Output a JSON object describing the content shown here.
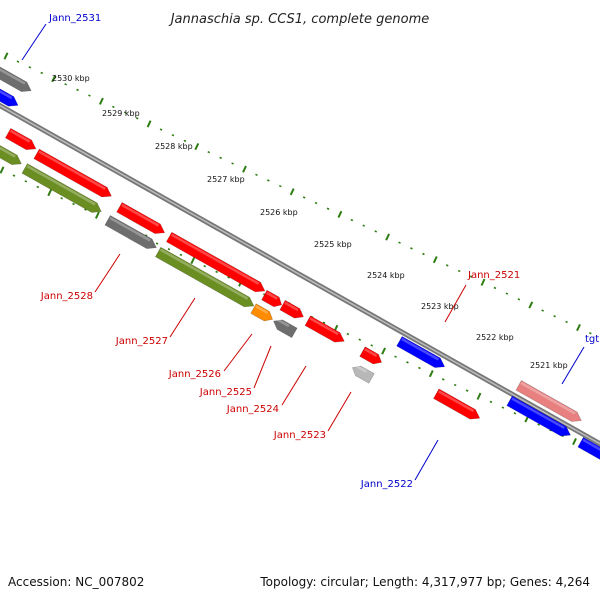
{
  "title": "Jannaschia sp. CCS1, complete genome",
  "footer": {
    "accession": "Accession: NC_007802",
    "topology": "Topology: circular; Length: 4,317,977 bp; Genes: 4,264"
  },
  "scale_unit": "kbp",
  "ticks": [
    "2530 kbp",
    "2529 kbp",
    "2528 kbp",
    "2527 kbp",
    "2526 kbp",
    "2525 kbp",
    "2524 kbp",
    "2523 kbp",
    "2522 kbp",
    "2521 kbp"
  ],
  "colors": {
    "backbone": "#777777",
    "ticks": "#2e7d12",
    "label_red": "#cc0000",
    "label_blue": "#0000cc",
    "gene_red": "#ff0000",
    "gene_blue": "#0000ff",
    "gene_green": "#6b8e23",
    "gene_grey": "#6e6e6e",
    "gene_orange": "#ff8c00",
    "gene_lightgrey": "#b8b8b8",
    "gene_pink": "#e88080"
  },
  "labels": [
    {
      "text": "Jann_2531",
      "color": "blue"
    },
    {
      "text": "Jann_2528",
      "color": "red"
    },
    {
      "text": "Jann_2527",
      "color": "red"
    },
    {
      "text": "Jann_2526",
      "color": "red"
    },
    {
      "text": "Jann_2525",
      "color": "red"
    },
    {
      "text": "Jann_2524",
      "color": "red"
    },
    {
      "text": "Jann_2523",
      "color": "red"
    },
    {
      "text": "Jann_2522",
      "color": "blue"
    },
    {
      "text": "Jann_2521",
      "color": "red"
    },
    {
      "text": "tgt",
      "color": "blue"
    }
  ]
}
